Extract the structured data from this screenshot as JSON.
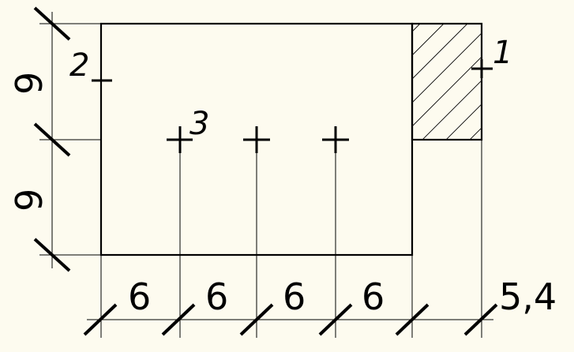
{
  "colors": {
    "background": "#fdfbef",
    "ink": "#000000"
  },
  "dimensions": {
    "horizontal": [
      "6",
      "6",
      "6",
      "6",
      "5,4"
    ],
    "vertical": [
      "9",
      "9"
    ]
  },
  "point_labels": [
    "1",
    "2",
    "3"
  ]
}
